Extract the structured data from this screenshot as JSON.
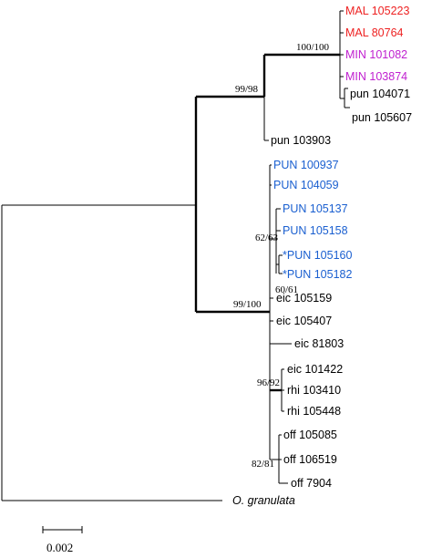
{
  "tree": {
    "leaves": [
      {
        "label": "MAL 105223",
        "color": "#ee2222"
      },
      {
        "label": "MAL 80764",
        "color": "#ee2222"
      },
      {
        "label": "MIN 101082",
        "color": "#c020d0"
      },
      {
        "label": "MIN 103874",
        "color": "#c020d0"
      },
      {
        "label": "pun 104071",
        "color": "#000000"
      },
      {
        "label": "pun 105607",
        "color": "#000000"
      },
      {
        "label": "pun 103903",
        "color": "#000000"
      },
      {
        "label": "PUN 100937",
        "color": "#1a5fd0"
      },
      {
        "label": "PUN 104059",
        "color": "#1a5fd0"
      },
      {
        "label": "PUN 105137",
        "color": "#1a5fd0"
      },
      {
        "label": "PUN 105158",
        "color": "#1a5fd0"
      },
      {
        "label": "*PUN 105160",
        "color": "#1a5fd0"
      },
      {
        "label": "*PUN 105182",
        "color": "#1a5fd0"
      },
      {
        "label": "eic 105159",
        "color": "#000000"
      },
      {
        "label": "eic 105407",
        "color": "#000000"
      },
      {
        "label": "eic 81803",
        "color": "#000000"
      },
      {
        "label": "eic 101422",
        "color": "#000000"
      },
      {
        "label": "rhi 103410",
        "color": "#000000"
      },
      {
        "label": "rhi 105448",
        "color": "#000000"
      },
      {
        "label": "off 105085",
        "color": "#000000"
      },
      {
        "label": "off 106519",
        "color": "#000000"
      },
      {
        "label": "off 7904",
        "color": "#000000"
      },
      {
        "label": "O. granulata",
        "color": "#000000"
      }
    ],
    "support_values": [
      {
        "id": "s1",
        "label": "100/100"
      },
      {
        "id": "s2",
        "label": "99/98"
      },
      {
        "id": "s3",
        "label": "62/63"
      },
      {
        "id": "s4",
        "label": "60/61"
      },
      {
        "id": "s5",
        "label": "99/100"
      },
      {
        "id": "s6",
        "label": "96/92"
      },
      {
        "id": "s7",
        "label": "82/81"
      }
    ],
    "scale_bar": {
      "label": "0.002",
      "value": 0.002
    }
  }
}
